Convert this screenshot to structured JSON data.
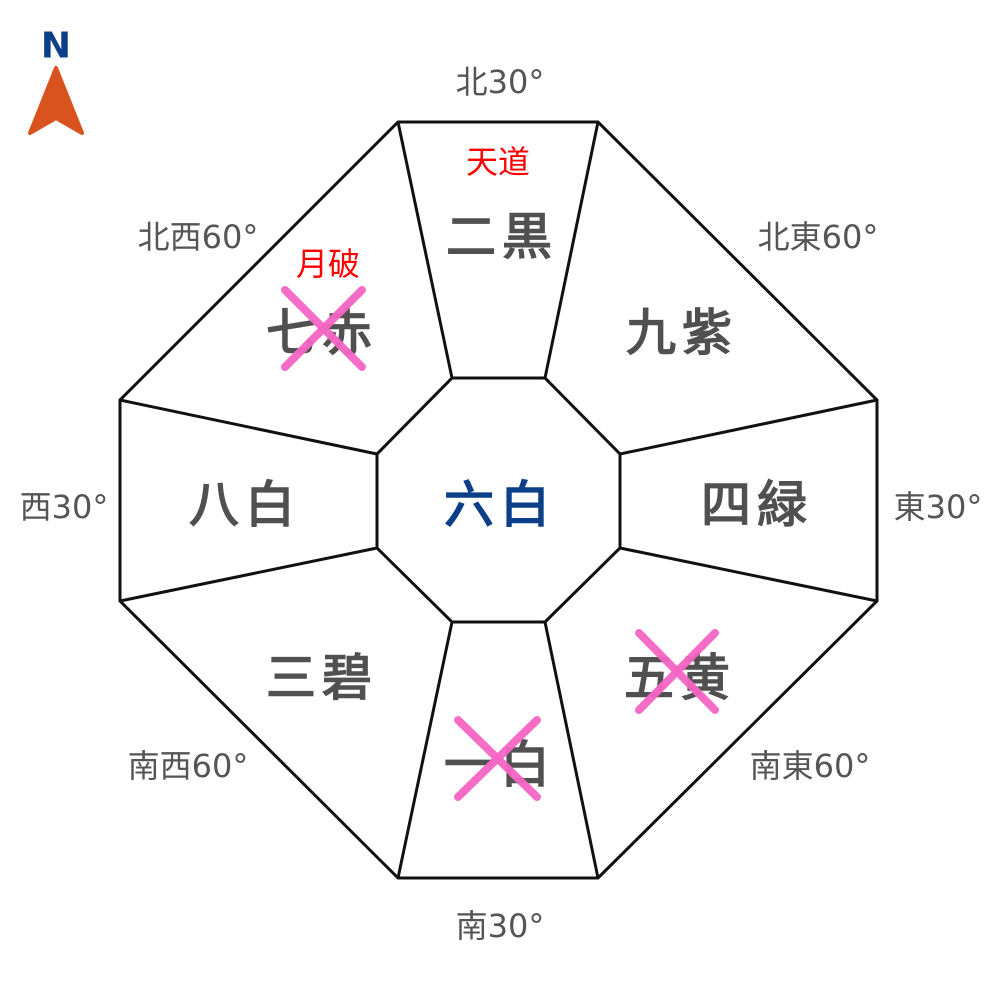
{
  "compass": {
    "letter": "N",
    "letter_color": "#0b3f87",
    "arrow_color": "#d9531e"
  },
  "center": {
    "label": "六白"
  },
  "sectors": [
    {
      "id": "north",
      "label": "二黒",
      "direction": "北30°",
      "note": "天道",
      "crossed": false
    },
    {
      "id": "northeast",
      "label": "九紫",
      "direction": "北東60°",
      "note": null,
      "crossed": false
    },
    {
      "id": "east",
      "label": "四緑",
      "direction": "東30°",
      "note": null,
      "crossed": false
    },
    {
      "id": "southeast",
      "label": "五黄",
      "direction": "南東60°",
      "note": null,
      "crossed": true
    },
    {
      "id": "south",
      "label": "一白",
      "direction": "南30°",
      "note": null,
      "crossed": true
    },
    {
      "id": "southwest",
      "label": "三碧",
      "direction": "南西60°",
      "note": null,
      "crossed": false
    },
    {
      "id": "west",
      "label": "八白",
      "direction": "西30°",
      "note": null,
      "crossed": false
    },
    {
      "id": "northwest",
      "label": "七赤",
      "direction": "北西60°",
      "note": "月破",
      "crossed": true
    }
  ],
  "colors": {
    "star_text": "#505050",
    "center_text": "#0b3f87",
    "note_text": "#ff0000",
    "cross": "#f566c4"
  }
}
